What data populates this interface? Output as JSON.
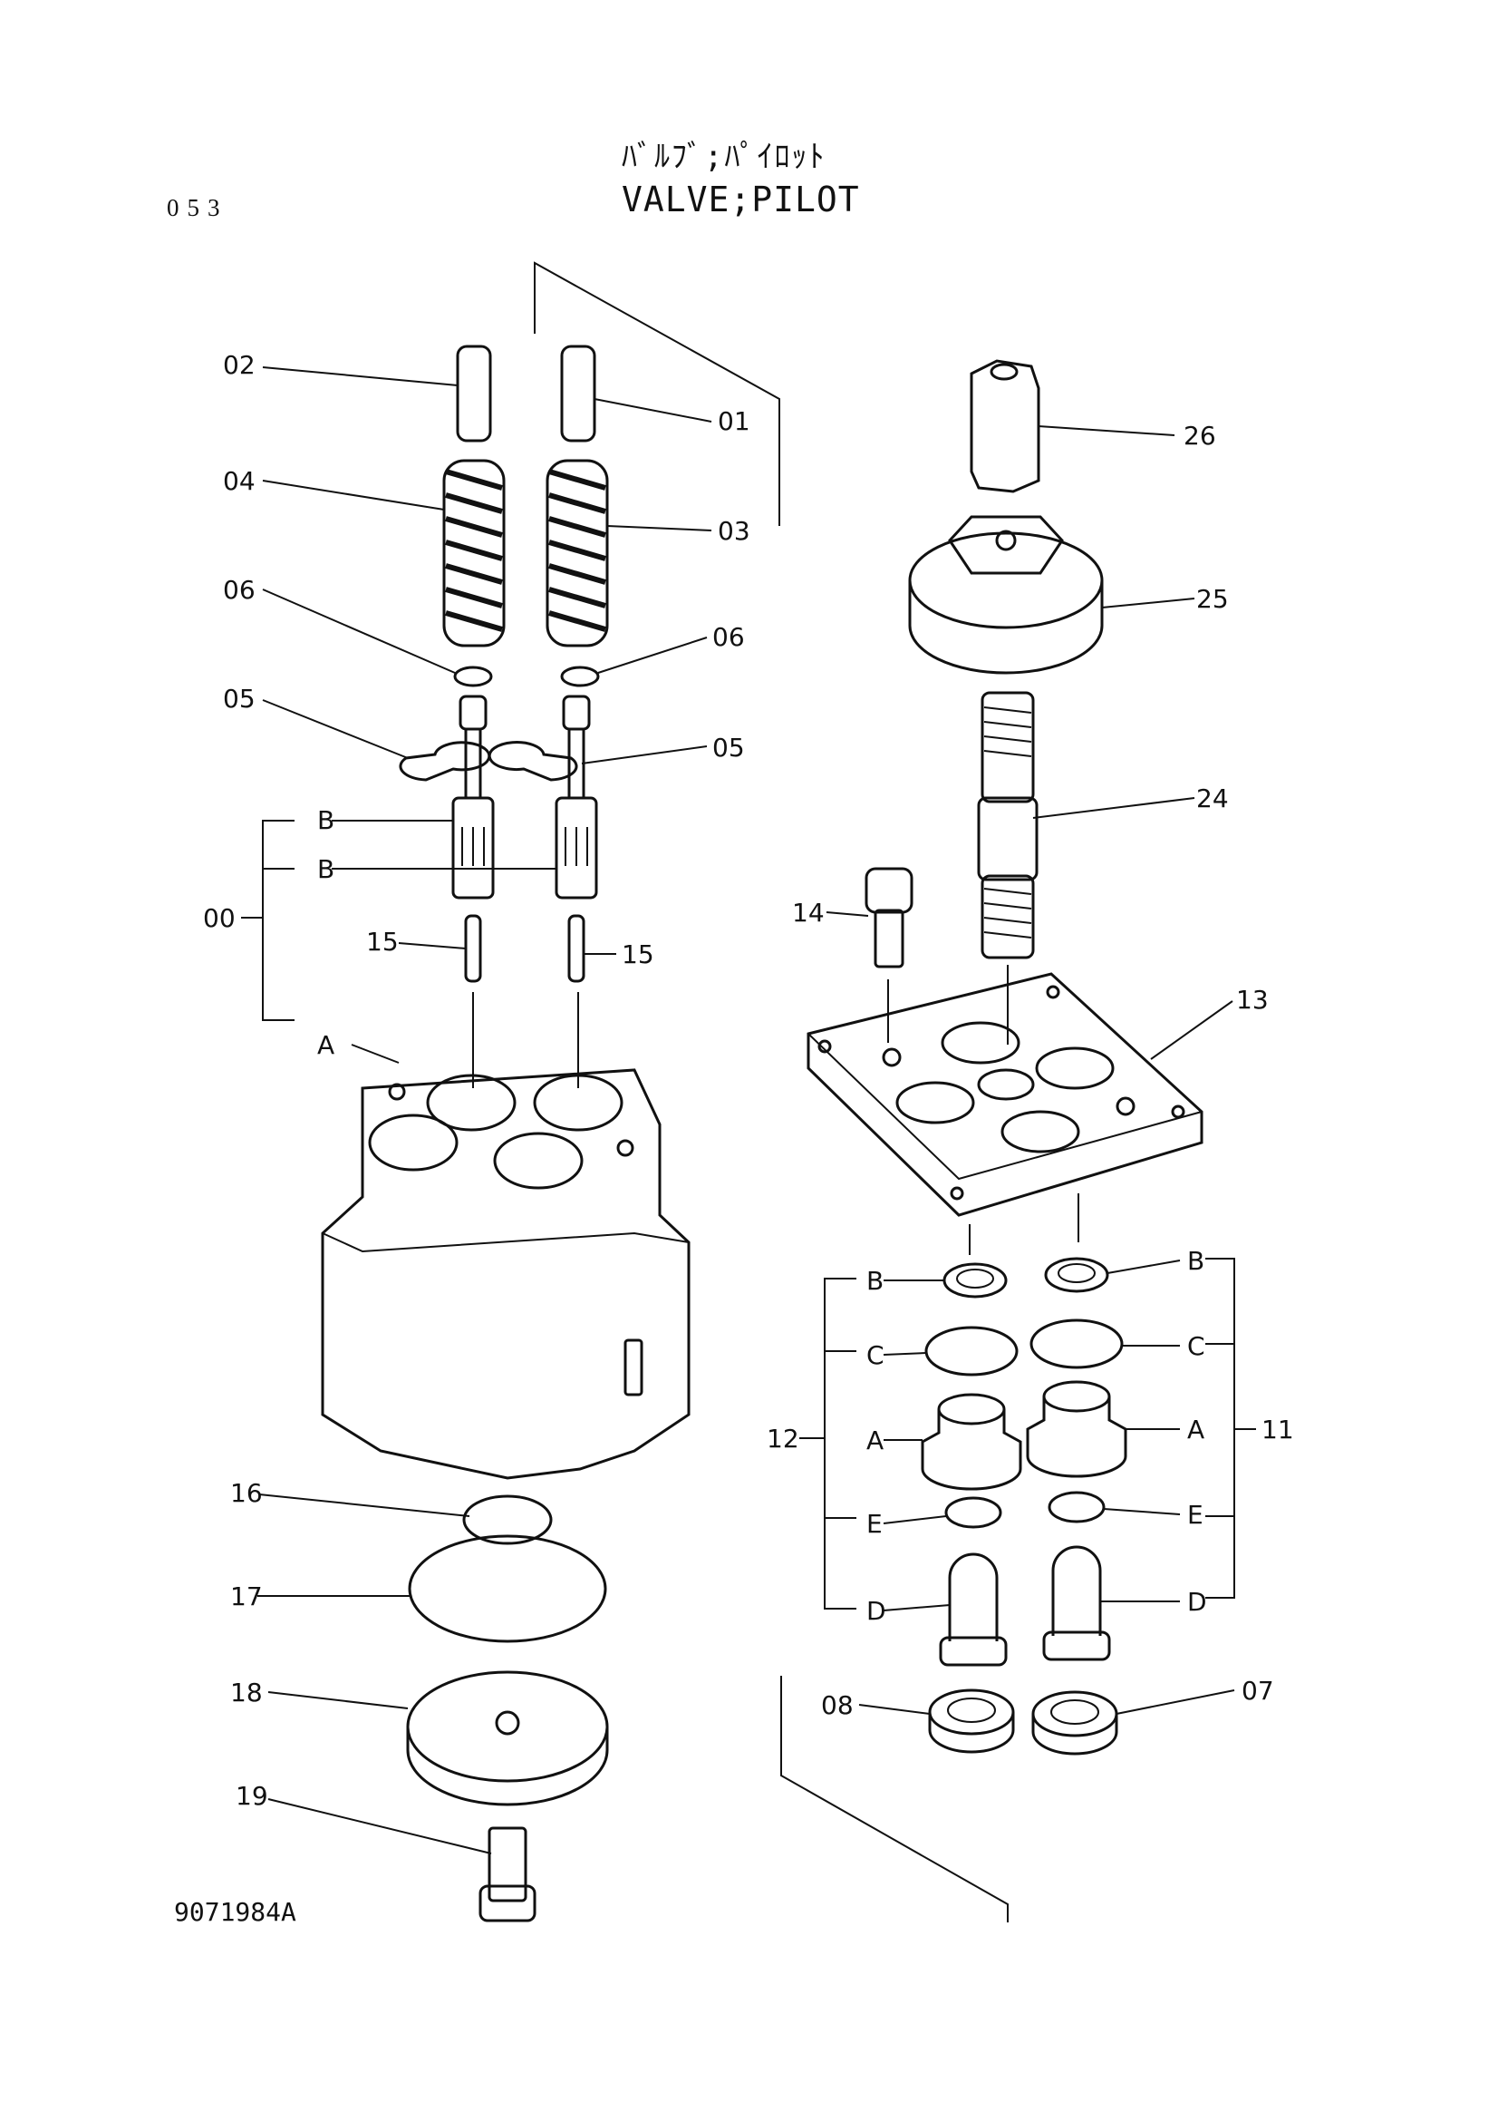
{
  "header": {
    "page_code": "053",
    "title_jp": "ﾊﾞﾙﾌﾞ;ﾊﾟｲﾛｯﾄ",
    "title_en": "VALVE;PILOT"
  },
  "figure_code": "9071984A",
  "callouts": {
    "c01": "01",
    "c02": "02",
    "c03": "03",
    "c04": "04",
    "c05a": "05",
    "c05b": "05",
    "c06a": "06",
    "c06b": "06",
    "c00": "00",
    "c15a": "15",
    "c15b": "15",
    "cB1": "B",
    "cB2": "B",
    "cA": "A",
    "c14": "14",
    "c13": "13",
    "c24": "24",
    "c25": "25",
    "c26": "26",
    "c16": "16",
    "c17": "17",
    "c18": "18",
    "c19": "19",
    "c12": "12",
    "c11": "11",
    "lB": "B",
    "lC": "C",
    "lA": "A",
    "lE": "E",
    "lD": "D",
    "rB": "B",
    "rC": "C",
    "rA": "A",
    "rE": "E",
    "rD": "D",
    "c08": "08",
    "c07": "07"
  }
}
